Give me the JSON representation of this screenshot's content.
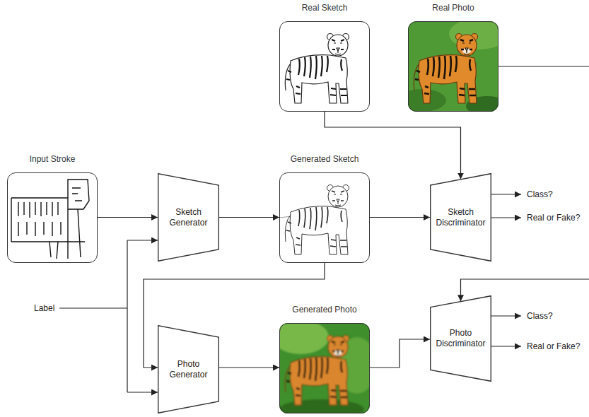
{
  "diagram": {
    "nodes": [
      {
        "text": [
          "Real Sketch"
        ]
      },
      {
        "text": [
          "Real Photo"
        ]
      },
      {
        "text": [
          "Input Stroke"
        ]
      },
      {
        "text": [
          "Sketch Generator"
        ]
      },
      {
        "text": [
          "Generated Sketch"
        ]
      },
      {
        "text": [
          "Sketch Discriminator"
        ]
      },
      {
        "text": [
          "Photo Generator"
        ]
      },
      {
        "text": [
          "Generated Photo"
        ]
      },
      {
        "text": [
          "Photo Discriminator"
        ]
      }
    ],
    "edges": [
      {
        "from": 2,
        "to": 3,
        "arrow": "to"
      },
      {
        "from": 3,
        "to": 4,
        "arrow": "to"
      },
      {
        "from": 4,
        "to": 5,
        "arrow": "to"
      },
      {
        "from": 0,
        "to": 5,
        "arrow": "to"
      },
      {
        "from": 4,
        "to": 6,
        "arrow": "to"
      },
      {
        "from": 6,
        "to": 7,
        "arrow": "to"
      },
      {
        "from": 7,
        "to": 8,
        "arrow": "to"
      },
      {
        "from": 1,
        "to": 8,
        "arrow": "to"
      }
    ],
    "labels": [
      "Label",
      "Class?",
      "Real or Fake?",
      "Class?",
      "Real or Fake?"
    ]
  }
}
